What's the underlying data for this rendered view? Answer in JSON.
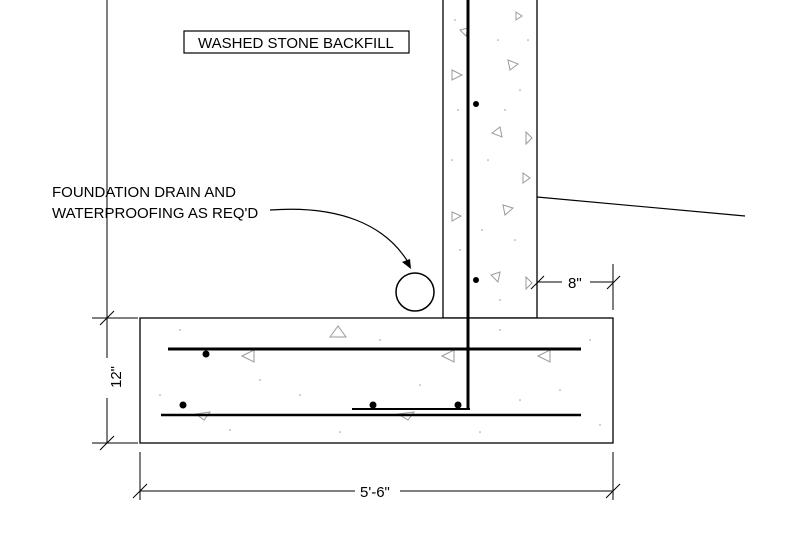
{
  "labels": {
    "backfill": "WASHED STONE BACKFILL",
    "drain_line1": "FOUNDATION DRAIN AND",
    "drain_line2": "WATERPROOFING AS REQ'D"
  },
  "dimensions": {
    "footing_height": "12\"",
    "footing_width": "5'-6\"",
    "wall_thickness": "8\""
  },
  "colors": {
    "line": "#000000",
    "aggregate": "#9a9a9a"
  }
}
